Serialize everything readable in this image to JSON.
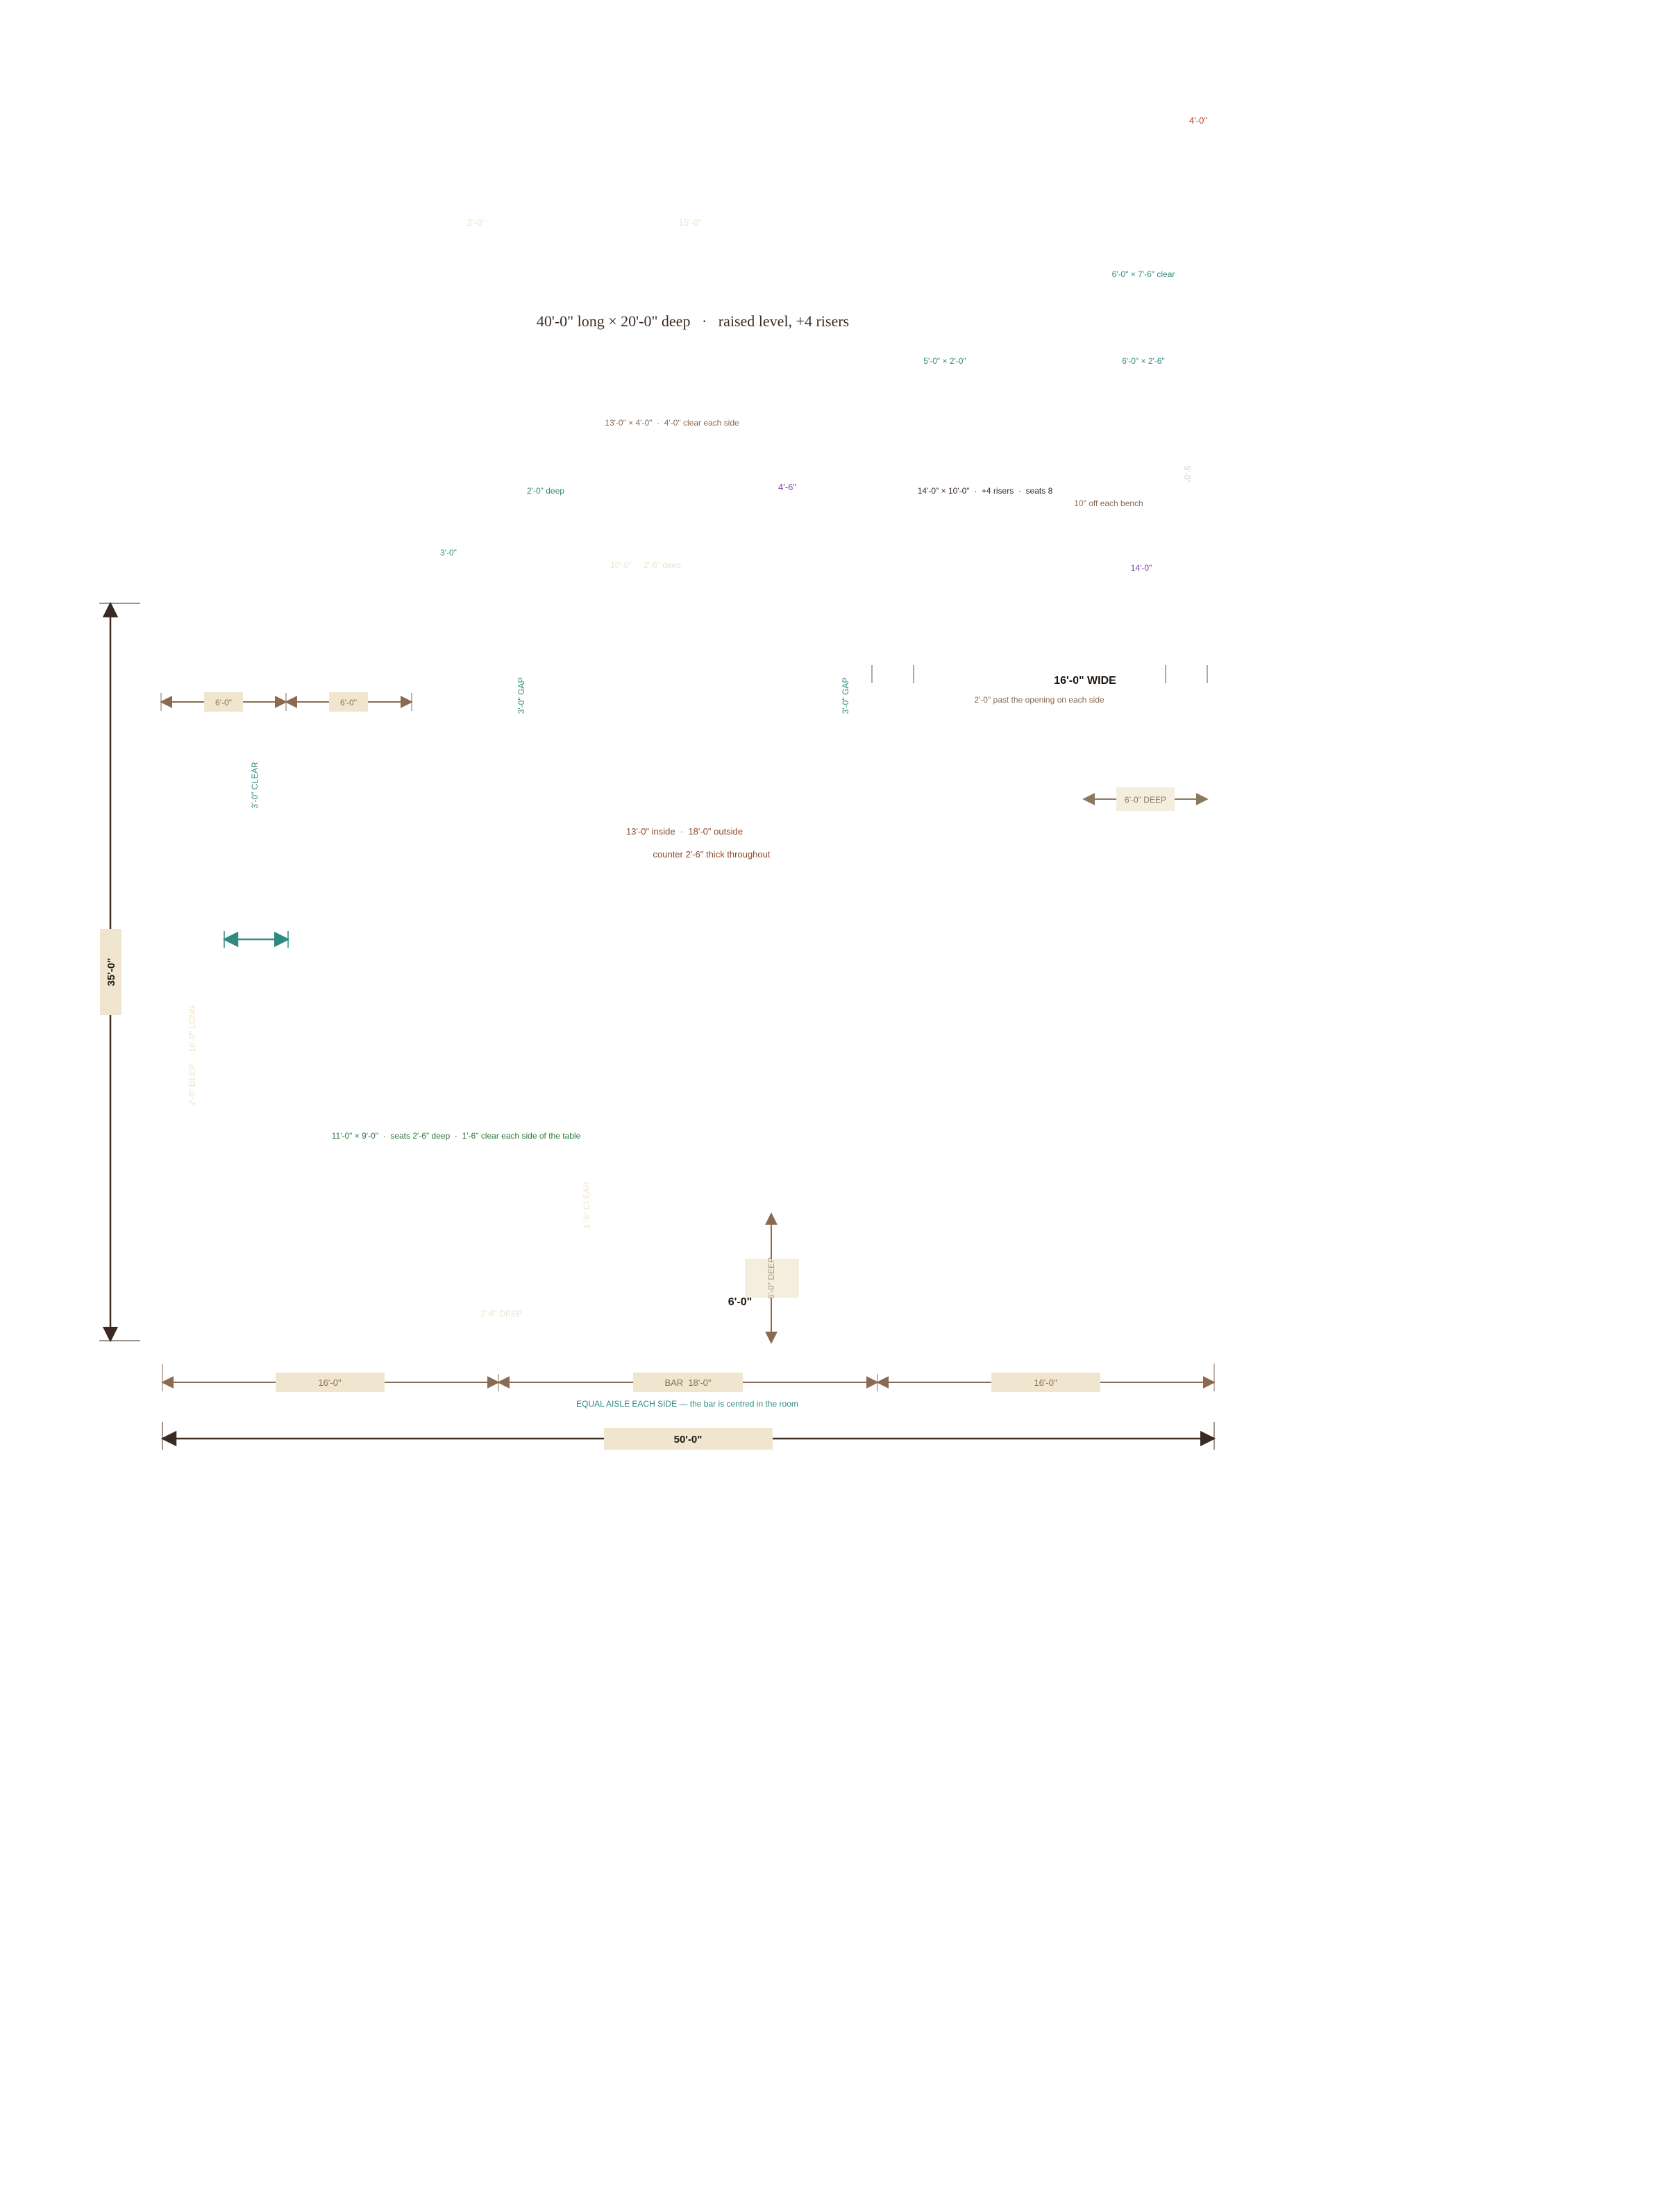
{
  "colors": {
    "ink": "#3b2a20",
    "brown": "#8a6a52",
    "tag_fill": "#f0e6cf",
    "tag_fill_light": "#f5eedf",
    "tag_text": "#8a6f4c",
    "teal": "#2f8a80",
    "red": "#c23a2a",
    "purple": "#7a3fb0",
    "faint": "#efe4c6",
    "faint_grey": "#c9c2b8"
  },
  "labels": {
    "top_red": "4'-0\"",
    "faint_top_left": "2'-0\"",
    "faint_top_mid": "15'-0\"",
    "clear_6x7": "6'-0\" × 7'-6\" clear",
    "stage_title": "40'-0\" long × 20'-0\" deep   ·   raised level, +4 risers",
    "size_5x2": "5'-0\" × 2'-0\"",
    "size_6x2": "6'-0\" × 2'-6\"",
    "table_13x4": "13'-0\" × 4'-0\"  ·  4'-0\" clear each side",
    "faint_vertical_right": "5'-0\"",
    "deep_2": "2'-0\" deep",
    "purple_4_6": "4'-6\"",
    "booth_14x10": "14'-0\" × 10'-0\"  ·  +4 risers  ·  seats 8",
    "off_bench": "10\" off each bench",
    "teal_3": "3'-0\"",
    "faint_10_deep": "10'-0\"  ·  2'-6\" deep",
    "purple_14": "14'-0\"",
    "wide_16": "16'-0\" WIDE",
    "past_opening": "2'-0\" past the opening on each side",
    "gap_1": "3'-0\" GAP",
    "gap_2": "3'-0\" GAP",
    "clear_3": "3'-0\" CLEAR",
    "dim_6a": "6'-0\"",
    "dim_6b": "6'-0\"",
    "deep_6_right": "6'-0\" DEEP",
    "inside_outside": "13'-0\" inside  ·  18'-0\" outside",
    "counter_thick": "counter 2'-6\" thick throughout",
    "height_35": "35'-0\"",
    "faint_vertical_left": "2'-0\" DEEP  ·  16'-0\" LONG",
    "table_11x9": "11'-0\" × 9'-0\"  ·  seats 2'-6\" deep  ·  1'-6\" clear each side of the table",
    "faint_vertical_mid": "1'-6\" CLEAR",
    "deep_6_bottom": "6'-0\" DEEP",
    "dim_6_bold": "6'-0\"",
    "faint_bottom": "2'-6\" DEEP",
    "aisle_left": "16'-0\"",
    "bar_18": "BAR  18'-0\"",
    "aisle_right": "16'-0\"",
    "equal_aisle": "EQUAL AISLE EACH SIDE — the bar is centred in the room",
    "total_50": "50'-0\""
  }
}
